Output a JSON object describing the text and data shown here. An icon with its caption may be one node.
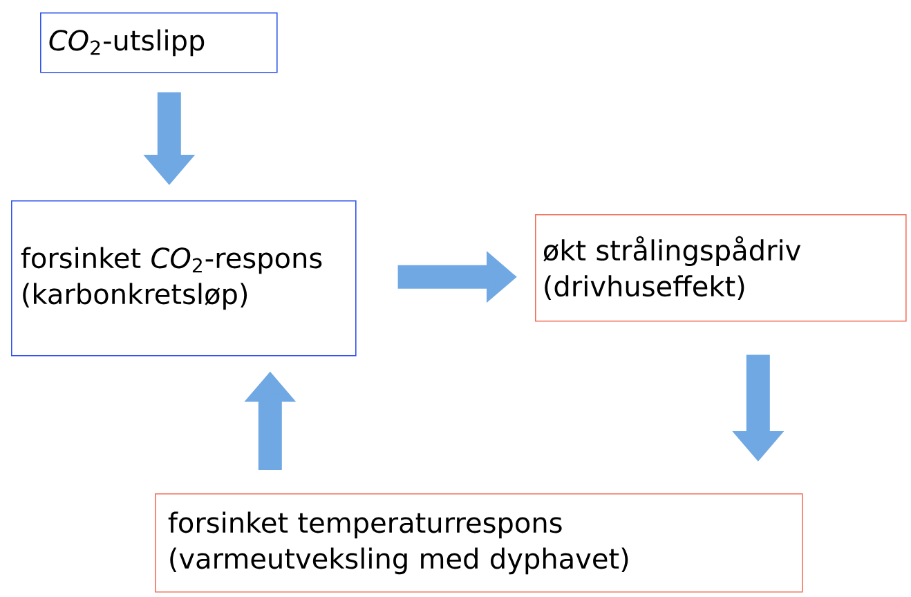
{
  "diagram": {
    "nodes": [
      {
        "text": [
          "*CO*$_{2}$-utslipp"
        ]
      },
      {
        "text": [
          "forsinket *CO*$_{2}$-respons (karbonkretsløp)"
        ]
      },
      {
        "text": [
          "økt strålingspådriv (drivhuseffekt)"
        ]
      },
      {
        "text": [
          "forsinket temperaturrespons (varmeutveksling med dyphavet)"
        ]
      }
    ],
    "edges": [
      {
        "from": 0,
        "to": 1,
        "arrow": "to"
      },
      {
        "from": 1,
        "to": 2,
        "arrow": "to"
      },
      {
        "from": 2,
        "to": 3,
        "arrow": "to"
      },
      {
        "from": 3,
        "to": 1,
        "arrow": "to"
      }
    ]
  }
}
